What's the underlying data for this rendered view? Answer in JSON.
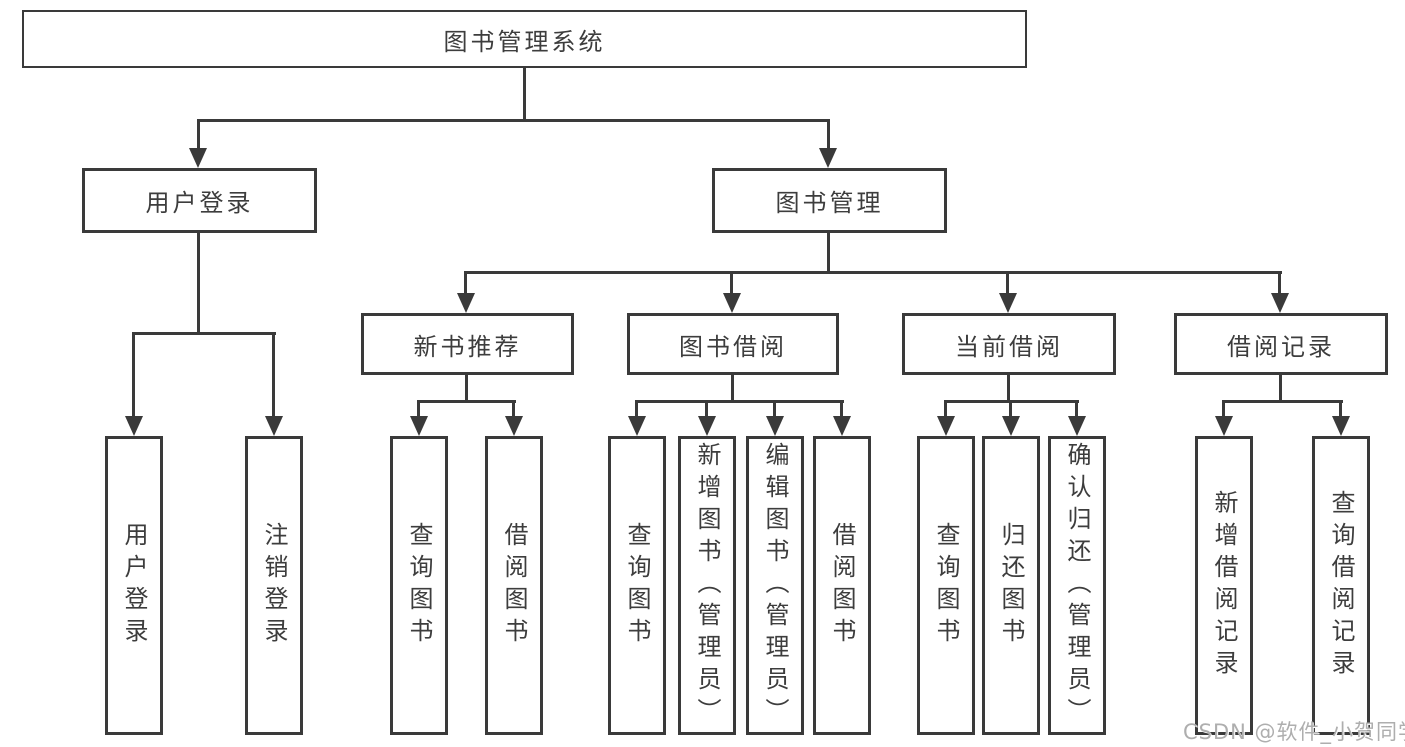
{
  "diagram": {
    "title": "图书管理系统",
    "user_login": {
      "label": "用户登录",
      "children": [
        "用户登录",
        "注销登录"
      ]
    },
    "book_mgmt": {
      "label": "图书管理",
      "children": [
        {
          "label": "新书推荐",
          "children": [
            "查询图书",
            "借阅图书"
          ]
        },
        {
          "label": "图书借阅",
          "children": [
            "查询图书",
            "新增图书（管理员）",
            "编辑图书（管理员）",
            "借阅图书"
          ]
        },
        {
          "label": "当前借阅",
          "children": [
            "查询图书",
            "归还图书",
            "确认归还（管理员）"
          ]
        },
        {
          "label": "借阅记录",
          "children": [
            "新增借阅记录",
            "查询借阅记录"
          ]
        }
      ]
    }
  },
  "watermark": "CSDN @软件_小贺同学",
  "colors": {
    "line": "#3a3a3a",
    "text": "#3d3d3d",
    "watermark": "#aeaeae"
  }
}
